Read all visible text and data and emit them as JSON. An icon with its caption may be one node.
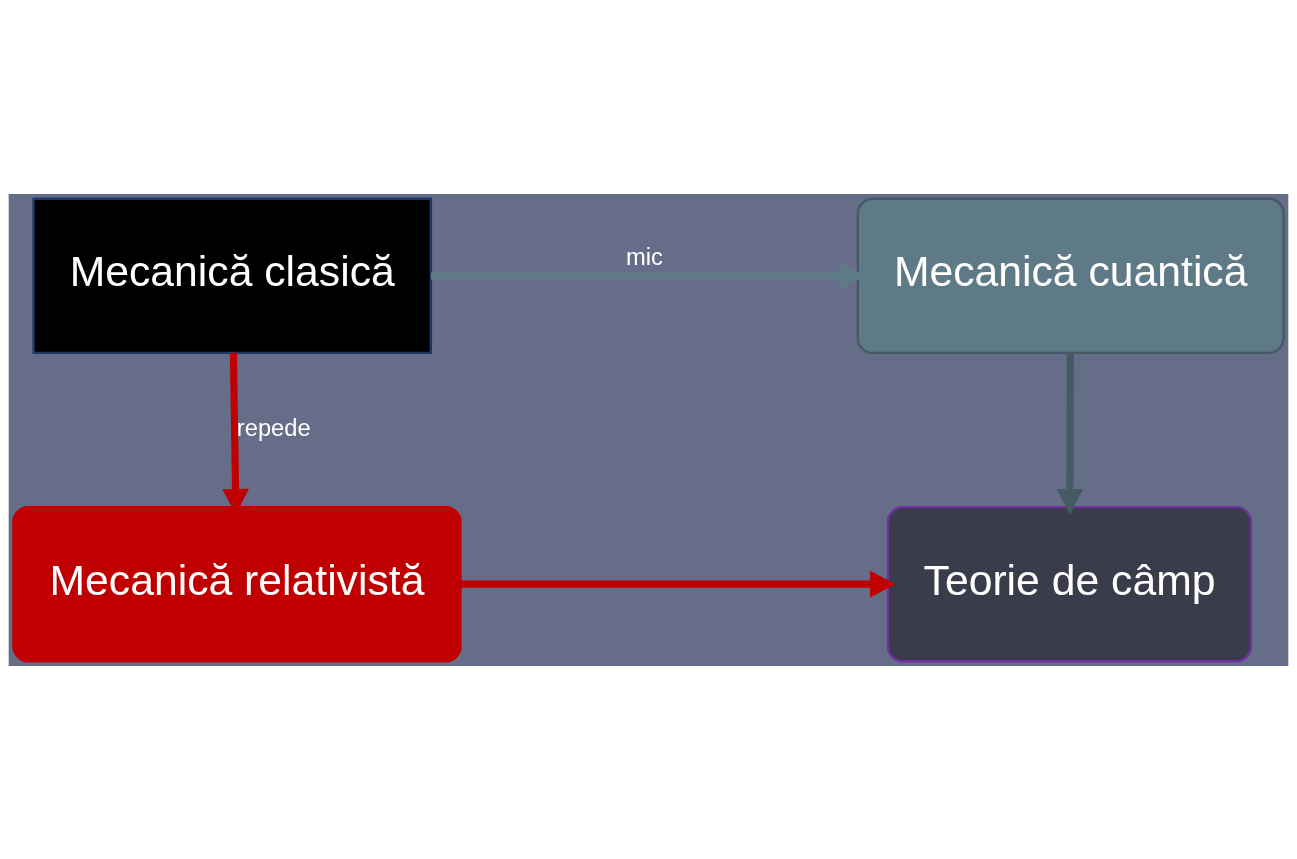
{
  "diagram": {
    "nodes": [
      {
        "text": [
          "Mecanică clasică"
        ]
      },
      {
        "text": [
          "Mecanică cuantică"
        ]
      },
      {
        "text": [
          "Mecanică relativistă"
        ]
      },
      {
        "text": [
          "Teorie de câmp"
        ]
      }
    ],
    "edges": [
      {
        "from": 0,
        "to": 1,
        "arrow": "to",
        "label": "mic",
        "color": "#5f7a87"
      },
      {
        "from": 0,
        "to": 2,
        "arrow": "to",
        "label": "repede",
        "color": "#c00000"
      },
      {
        "from": 1,
        "to": 3,
        "arrow": "to",
        "color": "#455a64"
      },
      {
        "from": 2,
        "to": 3,
        "arrow": "to",
        "color": "#c00000"
      }
    ]
  }
}
